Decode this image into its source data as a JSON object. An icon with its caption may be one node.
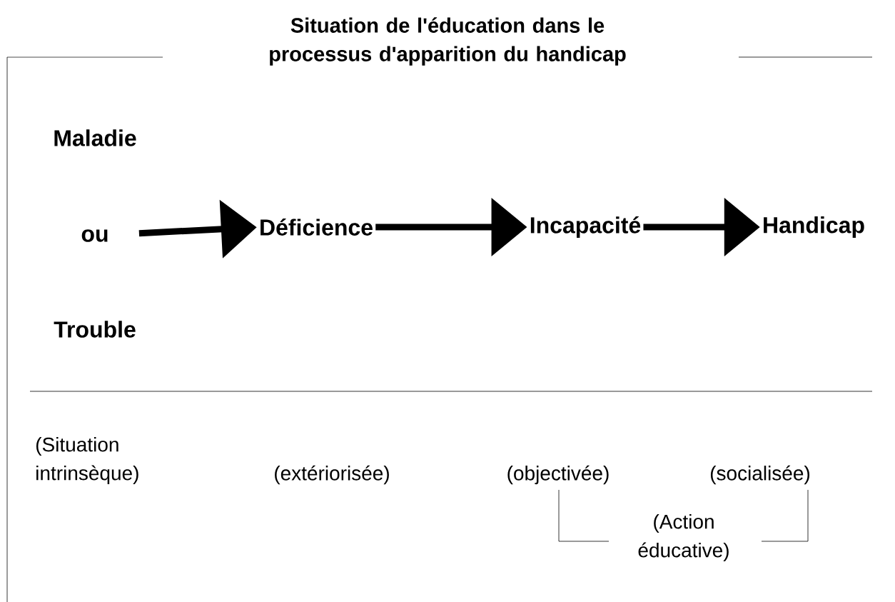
{
  "diagram": {
    "title": "Situation de l'éducation dans le processus d'apparition du handicap",
    "nodes": [
      {
        "text": [
          "Maladie",
          "ou",
          "Trouble"
        ]
      },
      {
        "text": [
          "Déficience"
        ]
      },
      {
        "text": [
          "Incapacité"
        ]
      },
      {
        "text": [
          "Handicap"
        ]
      }
    ],
    "edges": [
      {
        "from": 0,
        "to": 1,
        "arrow": "to"
      },
      {
        "from": 1,
        "to": 2,
        "arrow": "to"
      },
      {
        "from": 2,
        "to": 3,
        "arrow": "to"
      }
    ],
    "labels": [
      "(Situation intrinsèque)",
      "(extériorisée)",
      "(objectivée)",
      "(socialisée)",
      "(Action éducative)"
    ]
  }
}
